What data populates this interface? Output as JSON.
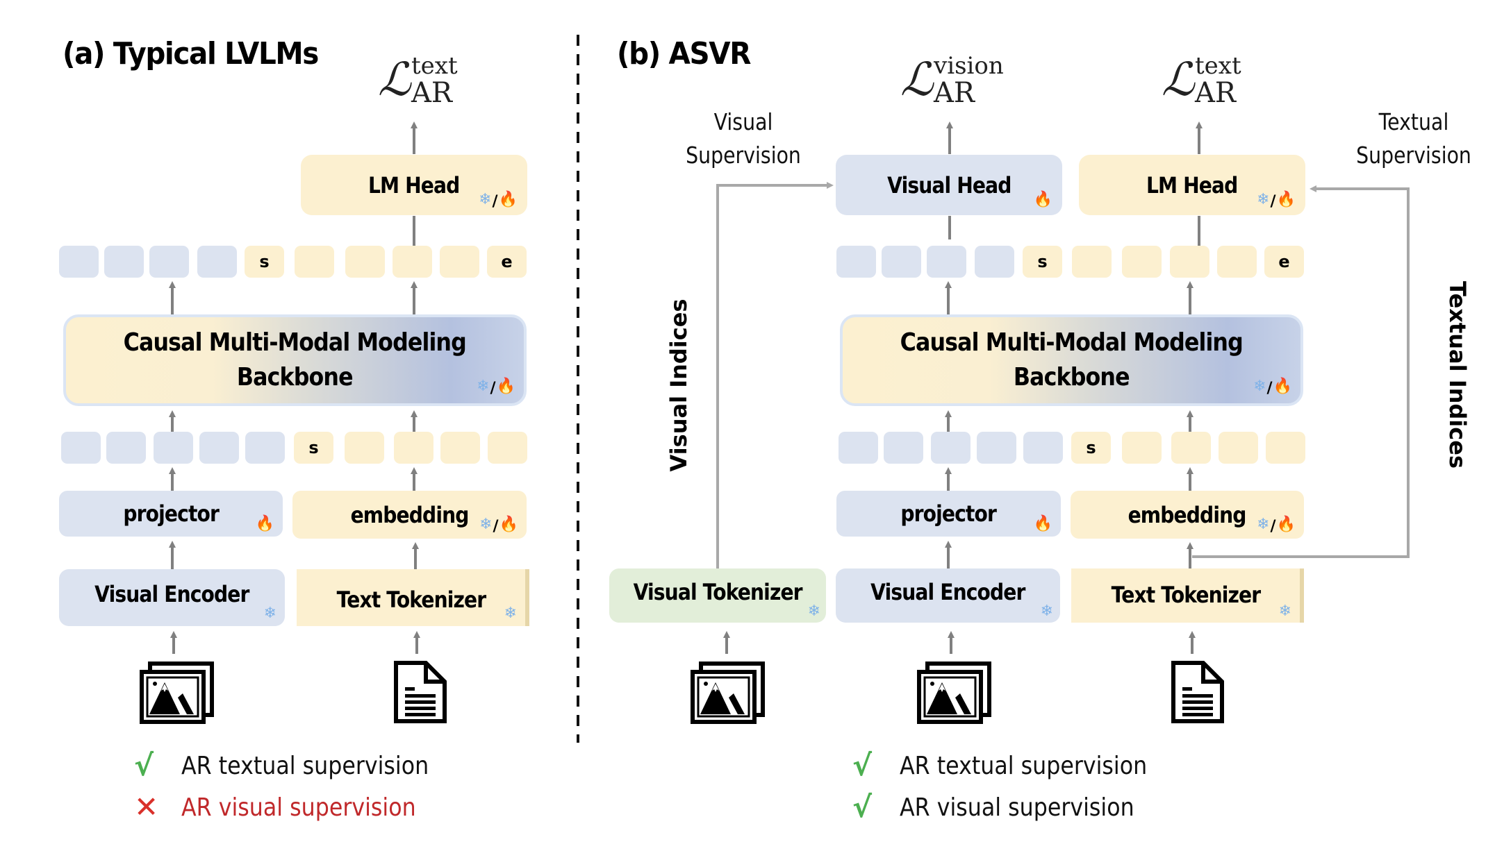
{
  "panel_a": {
    "title": "(a)  Typical LVLMs",
    "loss": {
      "symbol": "ℒ",
      "sup": "text",
      "sub": "AR"
    },
    "lm_head": {
      "label": "LM Head",
      "training_state": "frozen/trainable"
    },
    "output_tokens": [
      "",
      "",
      "",
      "",
      "s",
      "",
      "",
      "",
      "",
      "e"
    ],
    "output_token_types": [
      "visual",
      "visual",
      "visual",
      "visual",
      "text",
      "text",
      "text",
      "text",
      "text",
      "text"
    ],
    "backbone": {
      "line1": "Causal Multi-Modal Modeling",
      "line2": "Backbone",
      "training_state": "frozen/trainable"
    },
    "input_tokens": [
      "",
      "",
      "",
      "",
      "",
      "s",
      "",
      "",
      "",
      ""
    ],
    "input_token_types": [
      "visual",
      "visual",
      "visual",
      "visual",
      "visual",
      "text",
      "text",
      "text",
      "text",
      "text"
    ],
    "projector": {
      "label": "projector",
      "training_state": "trainable"
    },
    "embedding": {
      "label": "embedding",
      "training_state": "frozen/trainable"
    },
    "visual_encoder": {
      "label": "Visual Encoder",
      "training_state": "frozen"
    },
    "text_tokenizer": {
      "label": "Text Tokenizer",
      "training_state": "frozen"
    },
    "inputs": [
      "image-icon",
      "document-icon"
    ],
    "legend": [
      {
        "mark": "√",
        "status": "yes",
        "text": "AR textual supervision"
      },
      {
        "mark": "✕",
        "status": "no",
        "text": "AR visual supervision"
      }
    ]
  },
  "panel_b": {
    "title": "(b)  ASVR",
    "vision_loss": {
      "symbol": "ℒ",
      "sup": "vision",
      "sub": "AR"
    },
    "text_loss": {
      "symbol": "ℒ",
      "sup": "text",
      "sub": "AR"
    },
    "visual_supervision": {
      "line1": "Visual",
      "line2": "Supervision"
    },
    "textual_supervision": {
      "line1": "Textual",
      "line2": "Supervision"
    },
    "visual_head": {
      "label": "Visual Head",
      "training_state": "trainable"
    },
    "lm_head": {
      "label": "LM Head",
      "training_state": "frozen/trainable"
    },
    "output_tokens": [
      "",
      "",
      "",
      "",
      "s",
      "",
      "",
      "",
      "",
      "e"
    ],
    "output_token_types": [
      "visual",
      "visual",
      "visual",
      "visual",
      "text",
      "text",
      "text",
      "text",
      "text",
      "text"
    ],
    "backbone": {
      "line1": "Causal Multi-Modal Modeling",
      "line2": "Backbone",
      "training_state": "frozen/trainable"
    },
    "input_tokens": [
      "",
      "",
      "",
      "",
      "",
      "s",
      "",
      "",
      "",
      ""
    ],
    "input_token_types": [
      "visual",
      "visual",
      "visual",
      "visual",
      "visual",
      "text",
      "text",
      "text",
      "text",
      "text"
    ],
    "visual_indices": "Visual Indices",
    "textual_indices": "Textual Indices",
    "projector": {
      "label": "projector",
      "training_state": "trainable"
    },
    "embedding": {
      "label": "embedding",
      "training_state": "frozen/trainable"
    },
    "visual_tokenizer": {
      "label": "Visual Tokenizer",
      "training_state": "frozen"
    },
    "visual_encoder": {
      "label": "Visual Encoder",
      "training_state": "frozen"
    },
    "text_tokenizer": {
      "label": "Text Tokenizer",
      "training_state": "frozen"
    },
    "inputs": [
      "image-icon",
      "image-icon",
      "document-icon"
    ],
    "legend": [
      {
        "mark": "√",
        "status": "yes",
        "text": "AR textual supervision"
      },
      {
        "mark": "√",
        "status": "yes",
        "text": "AR visual supervision"
      }
    ]
  },
  "icons": {
    "frozen": "❄",
    "slash": "/",
    "trainable": "🔥"
  },
  "colors": {
    "visual_block": "#dce3f0",
    "text_block": "#fcf0d0",
    "visual_tokenizer_block": "#e2eed9",
    "arrow": "#808080",
    "supervision_line": "#a8a8a8",
    "check": "#4caf50",
    "cross": "#d9302a",
    "negative_text": "#c0282a"
  }
}
